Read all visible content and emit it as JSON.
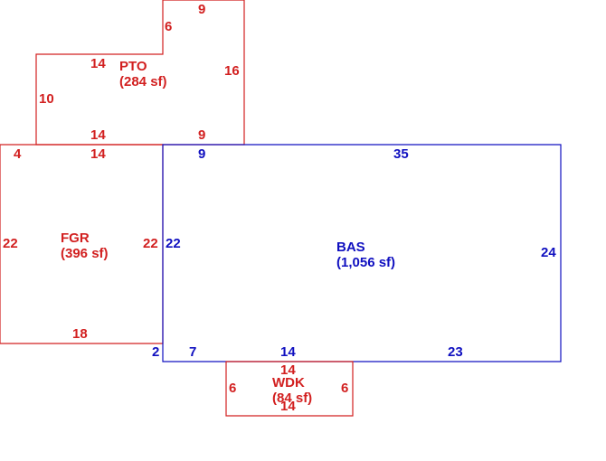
{
  "colors": {
    "area_red": "#d22020",
    "area_blue": "#1010c0",
    "background": "#ffffff"
  },
  "areas": {
    "pto": {
      "code": "PTO",
      "area": "(284 sf)"
    },
    "fgr": {
      "code": "FGR",
      "area": "(396 sf)"
    },
    "bas": {
      "code": "BAS",
      "area": "(1,056 sf)"
    },
    "wdk": {
      "code": "WDK",
      "area": "(84 sf)"
    }
  },
  "dimensions": {
    "pto_top": "9",
    "pto_notch_side": "6",
    "pto_notch_top": "14",
    "pto_right": "16",
    "pto_left": "10",
    "pto_bottom_left": "14",
    "pto_bottom_right": "9",
    "fgr_top_left": "4",
    "fgr_top": "14",
    "fgr_left": "22",
    "fgr_right": "22",
    "fgr_bottom": "18",
    "bas_top_left": "9",
    "bas_top": "35",
    "bas_left": "22",
    "bas_right": "24",
    "bas_bottom_step": "2",
    "bas_bottom_left": "7",
    "bas_bottom_mid": "14",
    "bas_bottom_right": "23",
    "wdk_top": "14",
    "wdk_left": "6",
    "wdk_right": "6",
    "wdk_bottom": "14"
  }
}
